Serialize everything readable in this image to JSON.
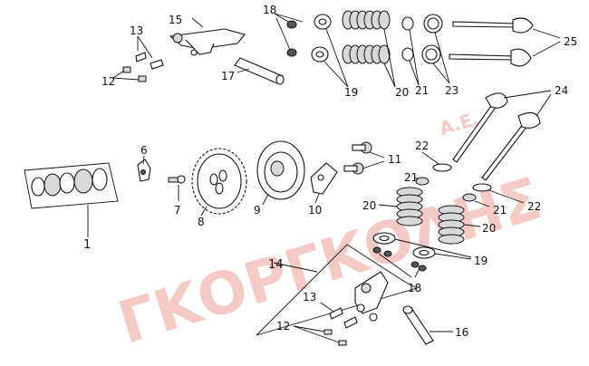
{
  "watermark": {
    "text": "ΓΚΟΡΓΚΟΛΗΣ",
    "suffix": "Α.Ε.",
    "color": "#f2b7b4"
  },
  "callouts": {
    "n1": "1",
    "n6": "6",
    "n7": "7",
    "n8": "8",
    "n9": "9",
    "n10": "10",
    "n11": "11",
    "n12_top": "12",
    "n13_top": "13",
    "n14": "14",
    "n15": "15",
    "n16": "16",
    "n17": "17",
    "n18_top": "18",
    "n19_top": "19",
    "n20_top": "20",
    "n21_top": "21",
    "n23": "23",
    "n24": "24",
    "n25": "25",
    "n22_a": "22",
    "n21_a": "21",
    "n20_a": "20",
    "n22_b": "22",
    "n21_b": "21",
    "n20_b": "20",
    "n19_b": "19",
    "n18_b": "18",
    "n13_b": "13",
    "n12_b": "12"
  },
  "parts_color": "#111111"
}
